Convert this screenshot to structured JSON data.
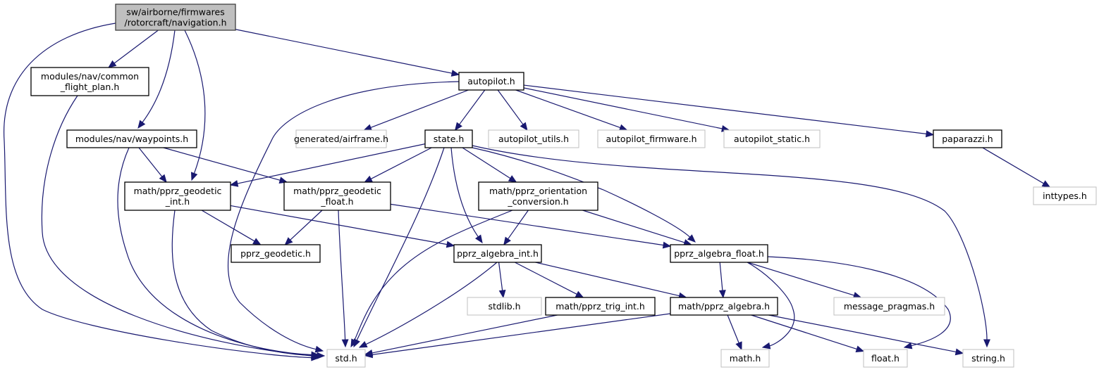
{
  "diagram": {
    "type": "include-dependency-graph",
    "root": "navigation",
    "colors": {
      "edge": "#191970",
      "root_fill": "#bfbfbf",
      "root_border": "#404040",
      "documented_border": "#000000",
      "external_border": "#bfbfbf",
      "node_fill": "#ffffff",
      "text": "#000000"
    },
    "nodes": [
      {
        "id": "navigation",
        "lines": [
          "sw/airborne/firmwares",
          "/rotorcraft/navigation.h"
        ],
        "kind": "root"
      },
      {
        "id": "common_flight_plan",
        "lines": [
          "modules/nav/common",
          "_flight_plan.h"
        ],
        "kind": "documented"
      },
      {
        "id": "waypoints",
        "lines": [
          "modules/nav/waypoints.h"
        ],
        "kind": "documented"
      },
      {
        "id": "autopilot",
        "lines": [
          "autopilot.h"
        ],
        "kind": "documented"
      },
      {
        "id": "airframe",
        "lines": [
          "generated/airframe.h"
        ],
        "kind": "external"
      },
      {
        "id": "state",
        "lines": [
          "state.h"
        ],
        "kind": "documented"
      },
      {
        "id": "autopilot_utils",
        "lines": [
          "autopilot_utils.h"
        ],
        "kind": "external"
      },
      {
        "id": "autopilot_firmware",
        "lines": [
          "autopilot_firmware.h"
        ],
        "kind": "external"
      },
      {
        "id": "autopilot_static",
        "lines": [
          "autopilot_static.h"
        ],
        "kind": "external"
      },
      {
        "id": "paparazzi",
        "lines": [
          "paparazzi.h"
        ],
        "kind": "documented"
      },
      {
        "id": "inttypes",
        "lines": [
          "inttypes.h"
        ],
        "kind": "external"
      },
      {
        "id": "geodetic_int",
        "lines": [
          "math/pprz_geodetic",
          "_int.h"
        ],
        "kind": "documented"
      },
      {
        "id": "geodetic_float",
        "lines": [
          "math/pprz_geodetic",
          "_float.h"
        ],
        "kind": "documented"
      },
      {
        "id": "orientation_conversion",
        "lines": [
          "math/pprz_orientation",
          "_conversion.h"
        ],
        "kind": "documented"
      },
      {
        "id": "pprz_geodetic",
        "lines": [
          "pprz_geodetic.h"
        ],
        "kind": "documented"
      },
      {
        "id": "algebra_int",
        "lines": [
          "pprz_algebra_int.h"
        ],
        "kind": "documented"
      },
      {
        "id": "algebra_float",
        "lines": [
          "pprz_algebra_float.h"
        ],
        "kind": "documented"
      },
      {
        "id": "stdlib",
        "lines": [
          "stdlib.h"
        ],
        "kind": "external"
      },
      {
        "id": "trig_int",
        "lines": [
          "math/pprz_trig_int.h"
        ],
        "kind": "documented"
      },
      {
        "id": "pprz_algebra",
        "lines": [
          "math/pprz_algebra.h"
        ],
        "kind": "documented"
      },
      {
        "id": "message_pragmas",
        "lines": [
          "message_pragmas.h"
        ],
        "kind": "external"
      },
      {
        "id": "std",
        "lines": [
          "std.h"
        ],
        "kind": "external"
      },
      {
        "id": "math",
        "lines": [
          "math.h"
        ],
        "kind": "external"
      },
      {
        "id": "float",
        "lines": [
          "float.h"
        ],
        "kind": "external"
      },
      {
        "id": "string",
        "lines": [
          "string.h"
        ],
        "kind": "external"
      }
    ],
    "edges": [
      [
        "navigation",
        "common_flight_plan"
      ],
      [
        "navigation",
        "waypoints"
      ],
      [
        "navigation",
        "geodetic_int"
      ],
      [
        "navigation",
        "autopilot"
      ],
      [
        "navigation",
        "std"
      ],
      [
        "common_flight_plan",
        "std"
      ],
      [
        "waypoints",
        "geodetic_int"
      ],
      [
        "waypoints",
        "geodetic_float"
      ],
      [
        "waypoints",
        "std"
      ],
      [
        "autopilot",
        "airframe"
      ],
      [
        "autopilot",
        "state"
      ],
      [
        "autopilot",
        "autopilot_utils"
      ],
      [
        "autopilot",
        "autopilot_firmware"
      ],
      [
        "autopilot",
        "autopilot_static"
      ],
      [
        "autopilot",
        "paparazzi"
      ],
      [
        "autopilot",
        "std"
      ],
      [
        "paparazzi",
        "inttypes"
      ],
      [
        "state",
        "geodetic_int"
      ],
      [
        "state",
        "geodetic_float"
      ],
      [
        "state",
        "orientation_conversion"
      ],
      [
        "state",
        "algebra_int"
      ],
      [
        "state",
        "algebra_float"
      ],
      [
        "state",
        "std"
      ],
      [
        "state",
        "string"
      ],
      [
        "geodetic_int",
        "pprz_geodetic"
      ],
      [
        "geodetic_int",
        "algebra_int"
      ],
      [
        "geodetic_int",
        "std"
      ],
      [
        "geodetic_float",
        "pprz_geodetic"
      ],
      [
        "geodetic_float",
        "algebra_float"
      ],
      [
        "geodetic_float",
        "std"
      ],
      [
        "orientation_conversion",
        "algebra_int"
      ],
      [
        "orientation_conversion",
        "algebra_float"
      ],
      [
        "orientation_conversion",
        "std"
      ],
      [
        "algebra_int",
        "stdlib"
      ],
      [
        "algebra_int",
        "trig_int"
      ],
      [
        "algebra_int",
        "pprz_algebra"
      ],
      [
        "algebra_int",
        "std"
      ],
      [
        "algebra_float",
        "pprz_algebra"
      ],
      [
        "algebra_float",
        "message_pragmas"
      ],
      [
        "algebra_float",
        "math"
      ],
      [
        "algebra_float",
        "float"
      ],
      [
        "trig_int",
        "std"
      ],
      [
        "pprz_algebra",
        "std"
      ],
      [
        "pprz_algebra",
        "math"
      ],
      [
        "pprz_algebra",
        "float"
      ],
      [
        "pprz_algebra",
        "string"
      ]
    ]
  }
}
